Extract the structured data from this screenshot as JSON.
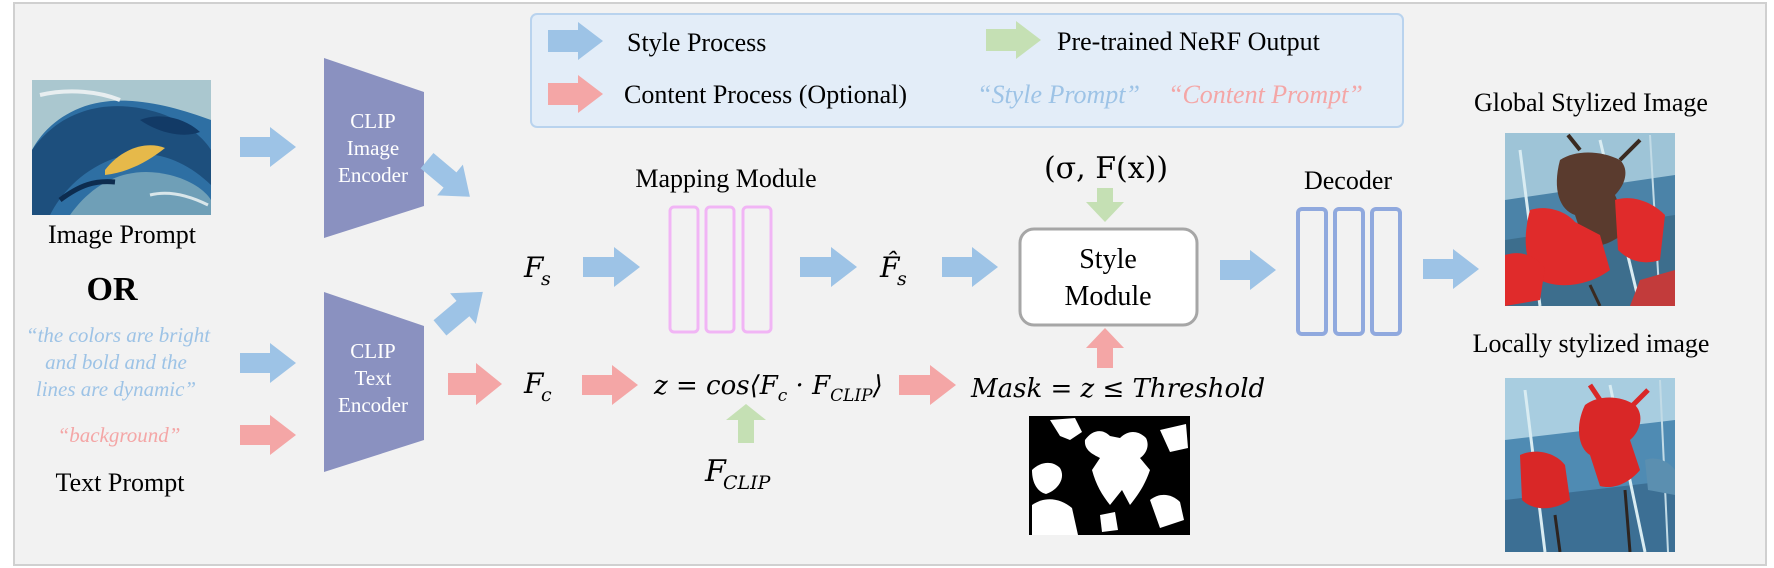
{
  "colors": {
    "panel_bg": "#f2f2f2",
    "panel_border": "#d0d0d0",
    "legend_bg": "#e3edf8",
    "legend_border": "#b9d3ee",
    "style_arrow": "#9dc3e6",
    "content_arrow": "#f4a6a6",
    "nerf_arrow": "#c5e0b4",
    "encoder": "#8a91c0",
    "mapping": "#f1b5f5",
    "decoder": "#90a9de",
    "style_text": "#9dc3e6",
    "content_text": "#f4a6a6"
  },
  "legend": {
    "style_process": "Style Process",
    "content_process": "Content Process (Optional)",
    "pretrained_output": "Pre-trained NeRF Output",
    "style_prompt": "“Style Prompt”",
    "content_prompt": "“Content Prompt”"
  },
  "inputs": {
    "image_prompt_label": "Image Prompt",
    "or_label": "OR",
    "text_prompt_line1": "“the colors are bright",
    "text_prompt_line2": "and bold and the",
    "text_prompt_line3": "lines are dynamic”",
    "content_text": "“background”",
    "text_prompt_label": "Text Prompt"
  },
  "encoders": {
    "image_l1": "CLIP",
    "image_l2": "Image",
    "image_l3": "Encoder",
    "text_l1": "CLIP",
    "text_l2": "Text",
    "text_l3": "Encoder"
  },
  "features": {
    "fs_base": "F",
    "fs_sub": "s",
    "fc_base": "F",
    "fc_sub": "c",
    "fs_hat_base": "F̂",
    "fs_hat_sub": "s"
  },
  "mapping": {
    "title": "Mapping Module"
  },
  "formula": {
    "z_left": "z =  cos⟨F",
    "z_sub1": "c",
    "z_mid": " · F",
    "z_sub2": "CLIP",
    "z_right": "⟩",
    "fclip_base": "F",
    "fclip_sub": "CLIP",
    "mask": "Mask = z ≤ Threshold"
  },
  "style_module": {
    "sigma_label": "(σ, F(x))",
    "line1": "Style",
    "line2": "Module"
  },
  "decoder": {
    "title": "Decoder"
  },
  "outputs": {
    "global_label": "Global Stylized Image",
    "local_label": "Locally stylized image"
  }
}
